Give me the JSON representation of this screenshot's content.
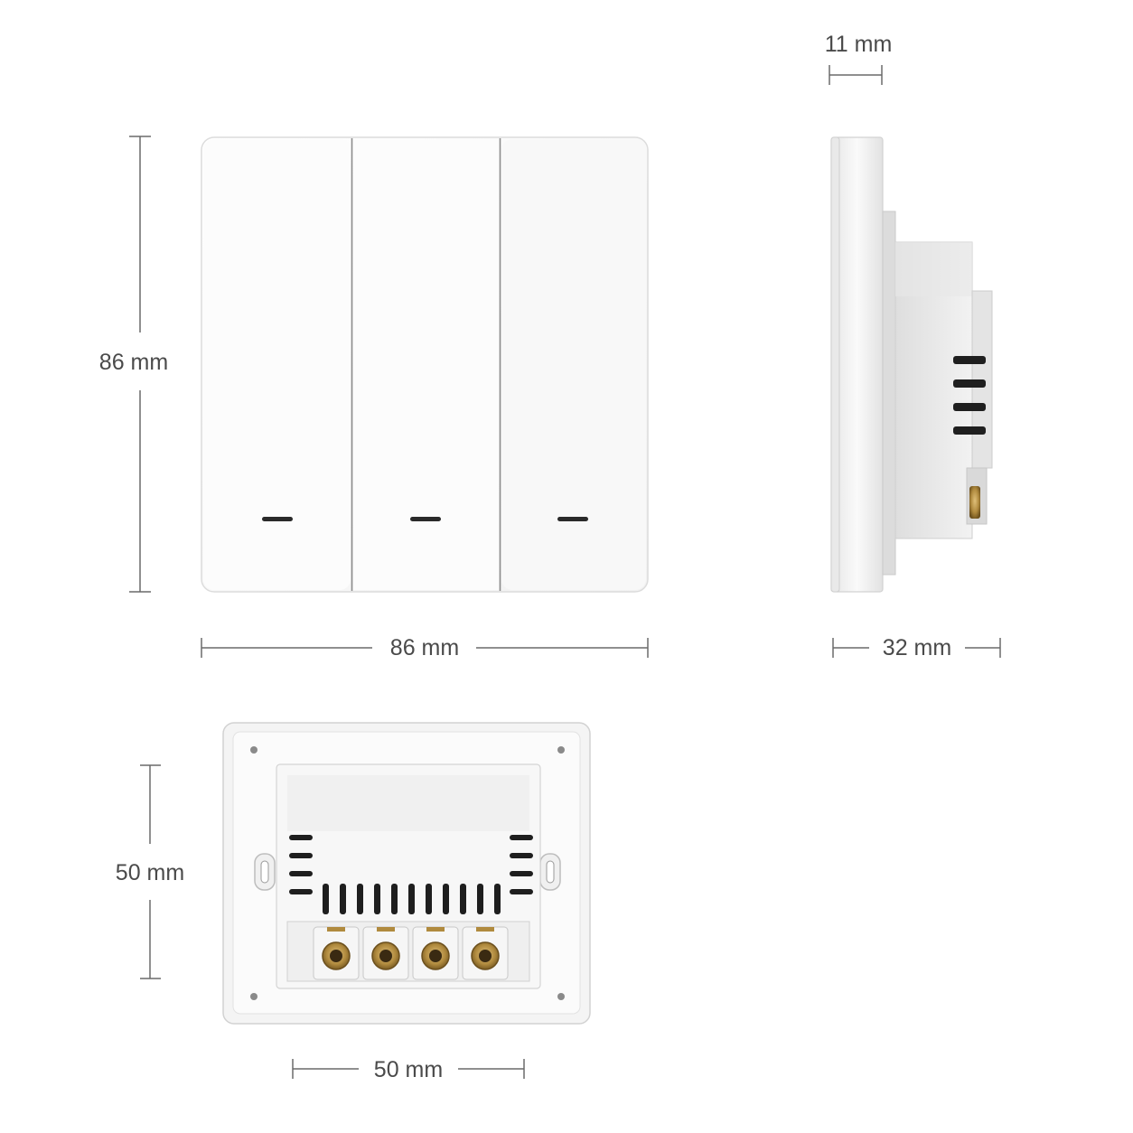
{
  "dimensions": {
    "front_height": "86 mm",
    "front_width": "86 mm",
    "side_plate_depth": "11 mm",
    "side_total_depth": "32 mm",
    "back_height": "50 mm",
    "back_width": "50 mm"
  },
  "device": {
    "gang_count": 3,
    "terminal_count": 4
  },
  "colors": {
    "panel_white": "#fbfbfb",
    "panel_edge": "#d8d8d8",
    "indicator": "#2a2a2a",
    "dimension_line": "#6a6a6a",
    "label_text": "#4a4a4a",
    "terminal_brass": "#b08a3e",
    "terminal_dark": "#3a2a12"
  }
}
